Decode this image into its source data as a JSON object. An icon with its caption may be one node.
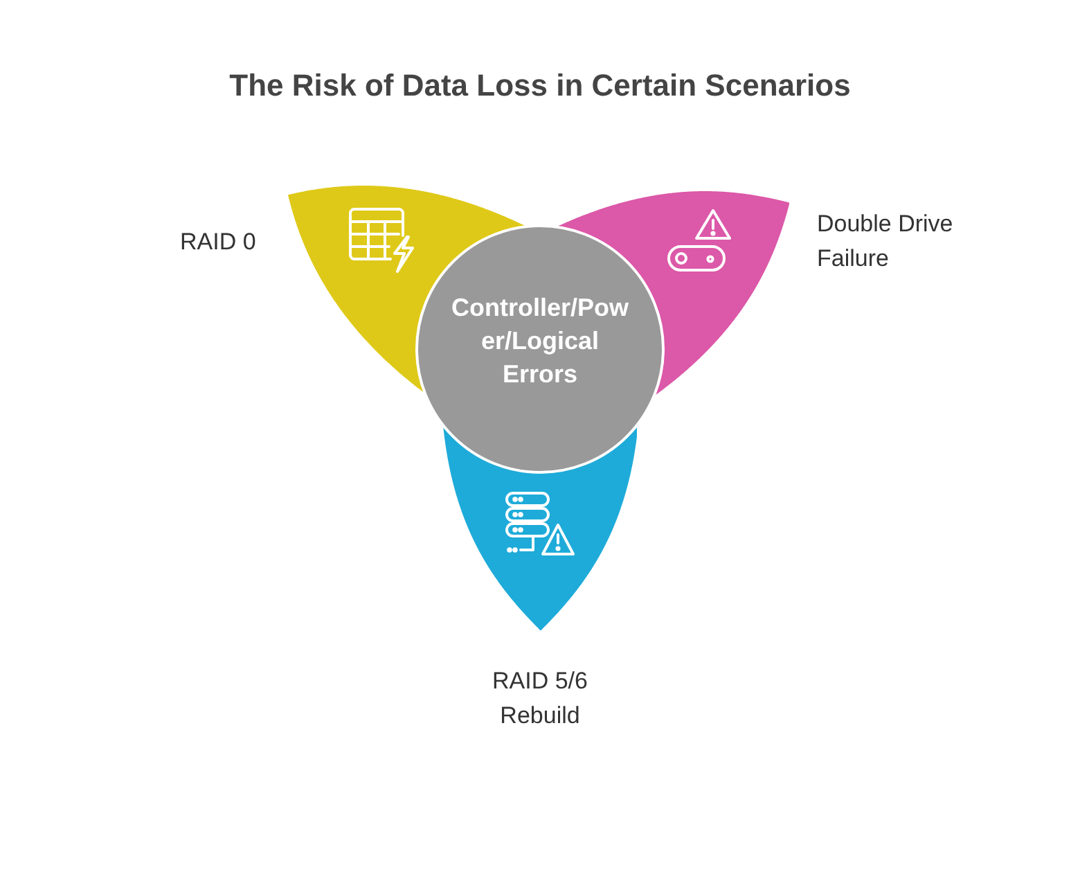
{
  "diagram": {
    "title": "The Risk of Data Loss in Certain Scenarios",
    "nodes": [
      {
        "text": [
          "RAID 0"
        ]
      },
      {
        "text": [
          "Double Drive Failure"
        ]
      },
      {
        "text": [
          "Controller/Power/Logical Errors"
        ]
      },
      {
        "text": [
          "RAID 5/6 Rebuild"
        ]
      }
    ]
  }
}
